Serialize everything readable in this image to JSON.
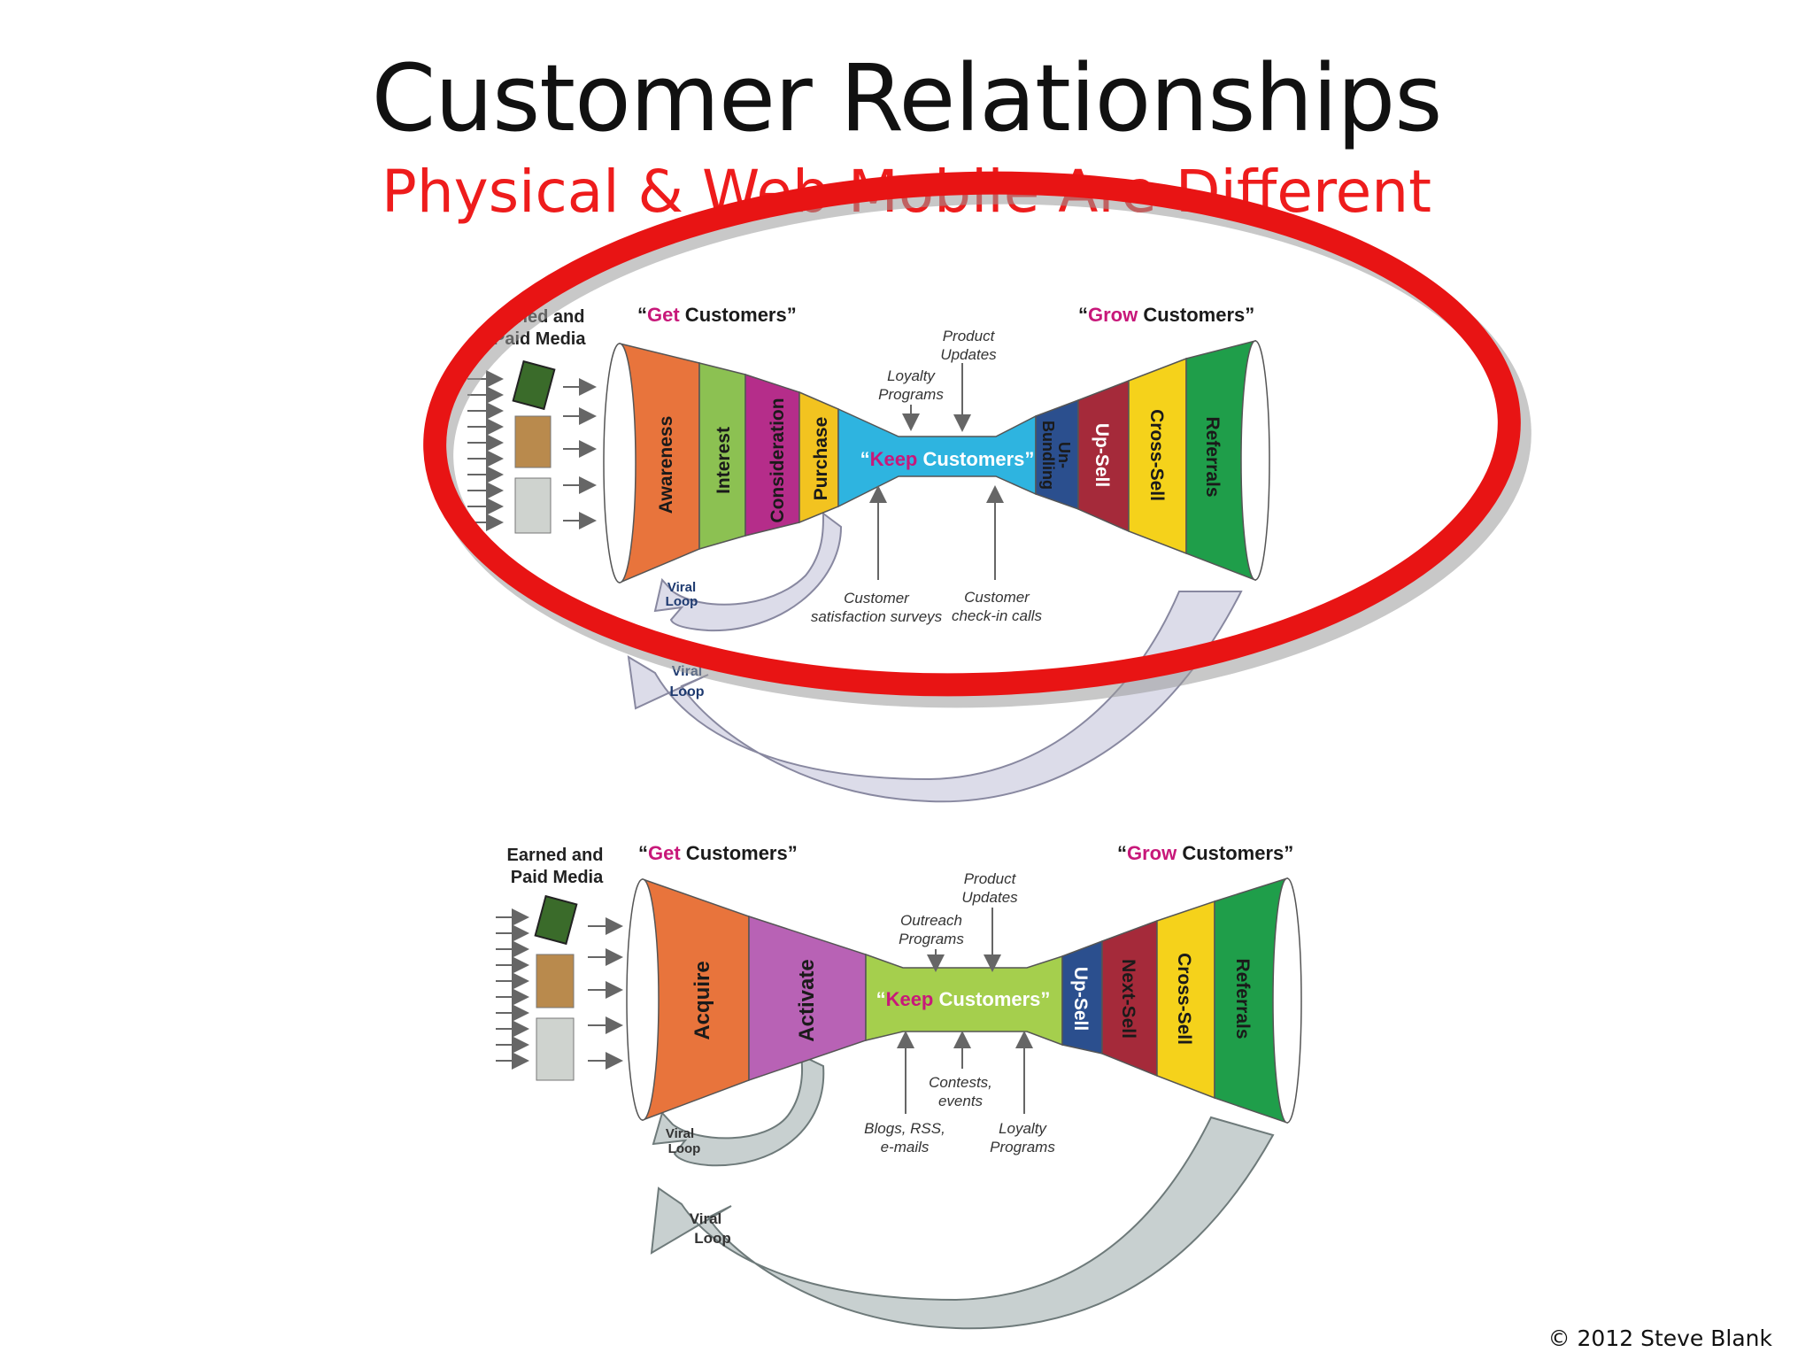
{
  "title": "Customer Relationships",
  "subtitle": "Physical & Web Mobile Are Different",
  "copyright": "© 2012 Steve Blank",
  "colors": {
    "highlight_ring": "#e81414",
    "keyword_magenta": "#c8187a",
    "physical_keep": "#2eb4e0",
    "web_keep": "#a5cf4d"
  },
  "physical_funnel": {
    "media_label": [
      "Earned and",
      "Paid Media"
    ],
    "media_label_visible": [
      "rned and",
      "Paid Media"
    ],
    "get": {
      "open": "“",
      "keyword": "Get",
      "rest": " Customers”"
    },
    "grow": {
      "open": "“",
      "keyword": "Grow",
      "rest": " Customers”"
    },
    "keep": {
      "open": "“",
      "keyword": "Keep",
      "rest": " Customers”"
    },
    "get_stages": [
      "Awareness",
      "Interest",
      "Consideration",
      "Purchase"
    ],
    "grow_stages": [
      "Un-",
      "Bundling",
      "Up-Sell",
      "Cross-Sell",
      "Referrals"
    ],
    "top_notes": [
      [
        "Loyalty",
        "Programs"
      ],
      [
        "Product",
        "Updates"
      ]
    ],
    "bottom_notes": [
      [
        "Customer",
        "satisfaction surveys"
      ],
      [
        "Customer",
        "check-in calls"
      ]
    ],
    "loops": [
      [
        "Viral",
        "Loop"
      ],
      [
        "Viral",
        "Loop"
      ]
    ]
  },
  "web_funnel": {
    "media_label": [
      "Earned and",
      "Paid Media"
    ],
    "get": {
      "open": "“",
      "keyword": "Get",
      "rest": " Customers”"
    },
    "grow": {
      "open": "“",
      "keyword": "Grow",
      "rest": " Customers”"
    },
    "keep": {
      "open": "“",
      "keyword": "Keep",
      "rest": " Customers”"
    },
    "get_stages": [
      "Acquire",
      "Activate"
    ],
    "grow_stages": [
      "Up-Sell",
      "Next-Sell",
      "Cross-Sell",
      "Referrals"
    ],
    "top_notes": [
      [
        "Outreach",
        "Programs"
      ],
      [
        "Product",
        "Updates"
      ]
    ],
    "bottom_notes": [
      [
        "Blogs, RSS,",
        "e-mails"
      ],
      [
        "Contests,",
        "events"
      ],
      [
        "Loyalty",
        "Programs"
      ]
    ],
    "loops": [
      [
        "Viral",
        "Loop"
      ],
      [
        "Viral",
        "Loop"
      ]
    ]
  }
}
